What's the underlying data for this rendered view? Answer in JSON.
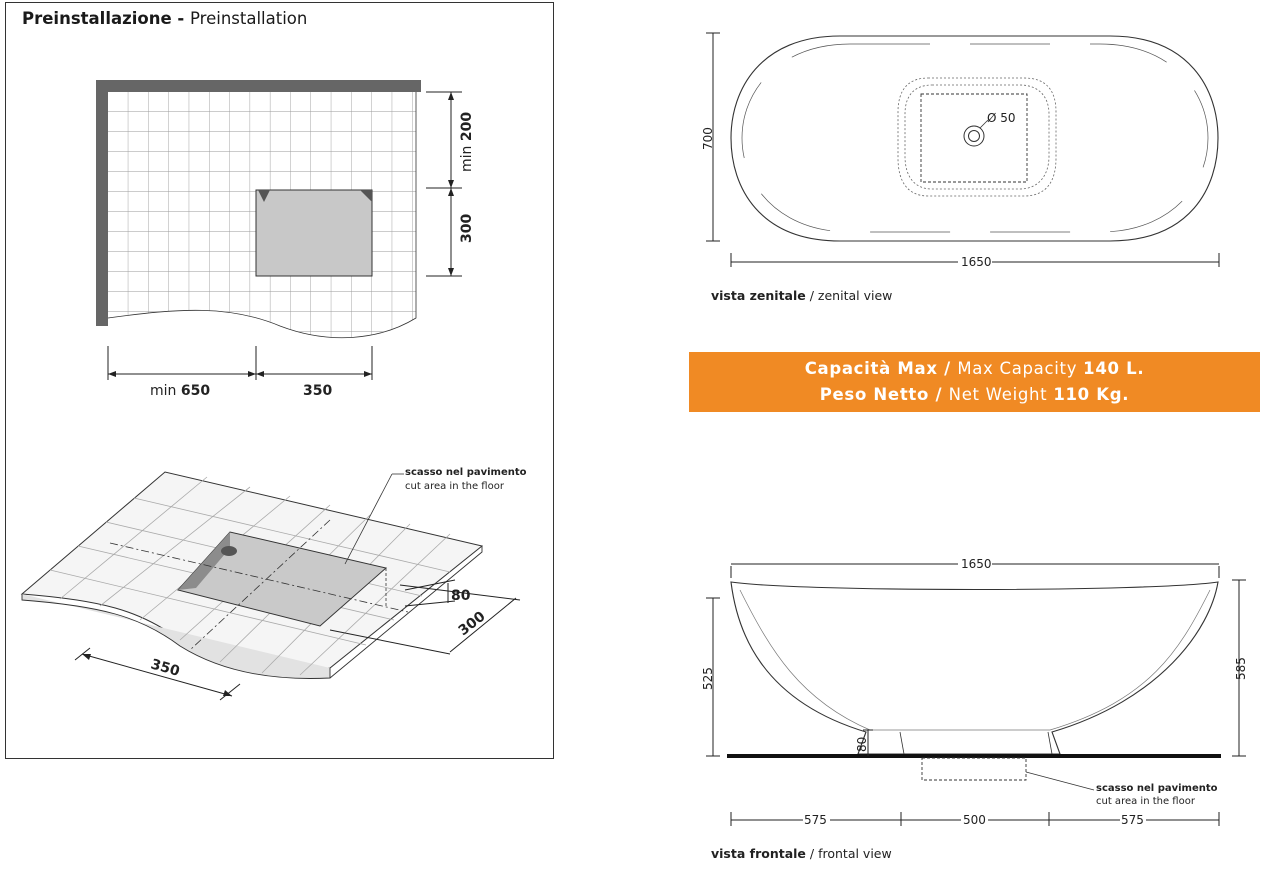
{
  "preinstall": {
    "title_it": "Preinstallazione",
    "title_sep": " - ",
    "title_en": "Preinstallation",
    "min200_prefix": "min ",
    "min200_value": "200",
    "dim_300_v": "300",
    "min650_prefix": "min ",
    "min650_value": "650",
    "dim_350": "350",
    "iso_cut_it": "scasso nel pavimento",
    "iso_cut_en": "cut area in the floor",
    "iso_80": "80",
    "iso_300": "300",
    "iso_350": "350"
  },
  "top_view": {
    "width": "1650",
    "depth": "700",
    "drain": "Ø 50",
    "caption_it": "vista zenitale",
    "caption_sep": " / ",
    "caption_en": "zenital view"
  },
  "specs": {
    "line1_label_it": "Capacità Max",
    "line1_sep": " / ",
    "line1_label_en": "Max Capacity",
    "line1_value": "140 L.",
    "line2_label_it": "Peso Netto",
    "line2_sep": " / ",
    "line2_label_en": "Net Weight",
    "line2_value": "110 Kg."
  },
  "front_view": {
    "width": "1650",
    "height_inner": "525",
    "height_total": "585",
    "recess": "80",
    "seg_left": "575",
    "seg_mid": "500",
    "seg_right": "575",
    "cut_it": "scasso nel pavimento",
    "cut_en": "cut area in the floor",
    "caption_it": "vista frontale",
    "caption_sep": " / ",
    "caption_en": "frontal view"
  },
  "colors": {
    "accent": "#f08a24",
    "wall": "#666666",
    "cutout": "#c8c8c8"
  }
}
